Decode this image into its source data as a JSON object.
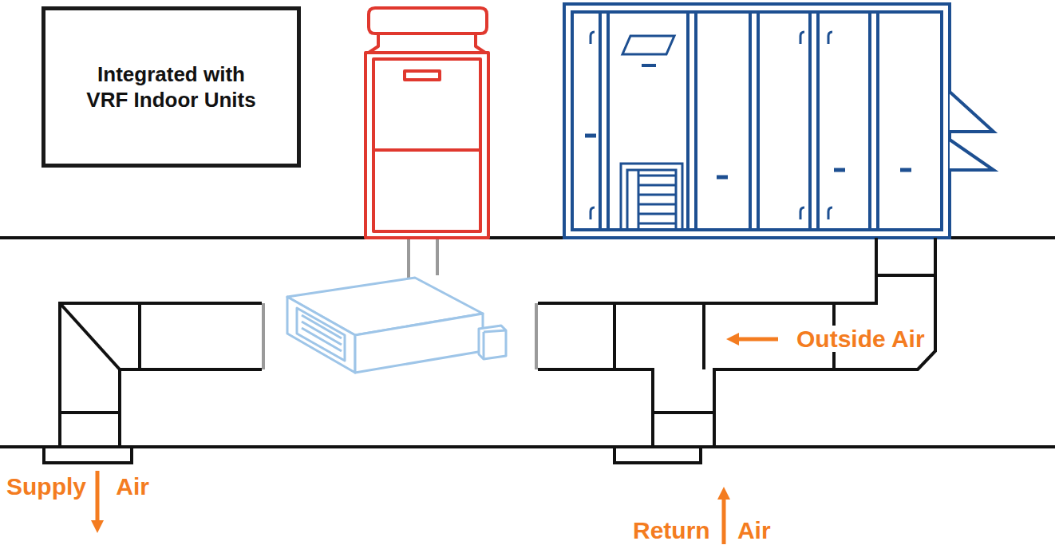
{
  "diagram": {
    "nodes": [
      {
        "text": [
          "Integrated with VRF Indoor Units"
        ]
      }
    ],
    "labels": [
      "Outside Air",
      "Supply Air",
      "Return Air"
    ]
  }
}
